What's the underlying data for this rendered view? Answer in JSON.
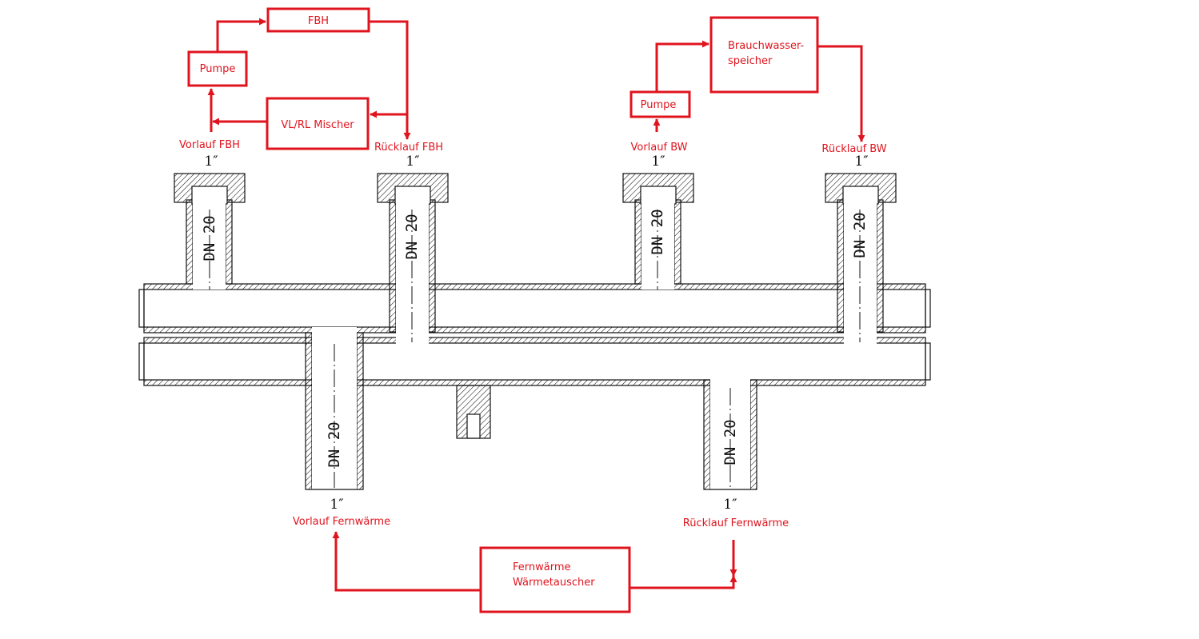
{
  "boxes": {
    "fbh": "FBH",
    "pumpe_left": "Pumpe",
    "mischer": "VL/RL Mischer",
    "pumpe_right": "Pumpe",
    "speicher_line1": "Brauchwasser-",
    "speicher_line2": "speicher",
    "tauscher_line1": "Fernwärme",
    "tauscher_line2": "Wärmetauscher"
  },
  "ports": {
    "vorlauf_fbh": "Vorlauf FBH",
    "ruecklauf_fbh": "Rücklauf FBH",
    "vorlauf_bw": "Vorlauf BW",
    "ruecklauf_bw": "Rücklauf BW",
    "vorlauf_fw": "Vorlauf Fernwärme",
    "ruecklauf_fw": "Rücklauf Fernwärme"
  },
  "sizes": {
    "vorlauf_fbh": "1″",
    "ruecklauf_fbh": "1″",
    "vorlauf_bw": "1″",
    "ruecklauf_bw": "1″",
    "vorlauf_fw": "1″",
    "ruecklauf_fw": "1″"
  },
  "pipes": {
    "p1": "DN 20",
    "p2": "DN 20",
    "p3": "DN 20",
    "p4": "DN 20",
    "p5": "DN 20",
    "p6": "DN 20"
  },
  "colors": {
    "annotation": "#e0141e",
    "drawing": "#111111"
  }
}
